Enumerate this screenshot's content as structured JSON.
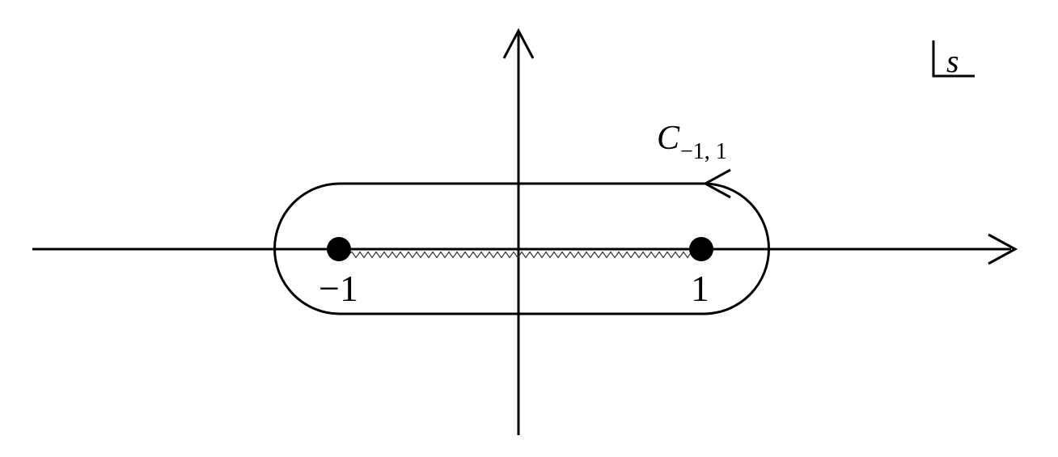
{
  "diagram": {
    "plane_label": "s",
    "contour_label": {
      "main": "C",
      "subscript": "−1, 1"
    },
    "points": [
      {
        "label": "−1"
      },
      {
        "label": "1"
      }
    ],
    "colors": {
      "stroke": "#000000",
      "background": "#ffffff"
    }
  }
}
